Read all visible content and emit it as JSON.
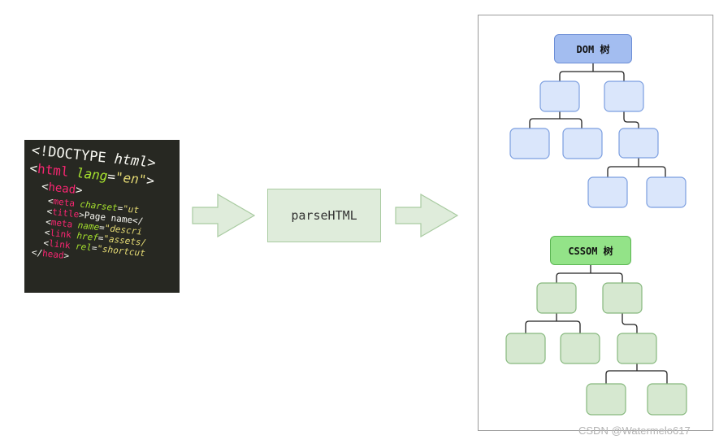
{
  "code_lines": [
    {
      "parts": [
        {
          "t": "<!DOCTYPE ",
          "c": "plain"
        },
        {
          "t": "html>",
          "c": "it"
        }
      ]
    },
    {
      "parts": [
        {
          "t": "<",
          "c": "plain"
        },
        {
          "t": "html",
          "c": "tag"
        },
        {
          "t": " lang",
          "c": "attr"
        },
        {
          "t": "=",
          "c": "plain"
        },
        {
          "t": "\"en\"",
          "c": "str"
        },
        {
          "t": ">",
          "c": "plain"
        }
      ]
    },
    {
      "parts": [
        {
          "t": "  <",
          "c": "plain"
        },
        {
          "t": "head",
          "c": "tag"
        },
        {
          "t": ">",
          "c": "plain"
        }
      ]
    },
    {
      "parts": [
        {
          "t": "    <",
          "c": "plain"
        },
        {
          "t": "meta",
          "c": "tag"
        },
        {
          "t": " charset",
          "c": "attr"
        },
        {
          "t": "=",
          "c": "plain"
        },
        {
          "t": "\"ut",
          "c": "str"
        }
      ]
    },
    {
      "parts": [
        {
          "t": "    <",
          "c": "plain"
        },
        {
          "t": "title",
          "c": "tag"
        },
        {
          "t": ">Page name</",
          "c": "plain"
        }
      ]
    },
    {
      "parts": [
        {
          "t": "    <",
          "c": "plain"
        },
        {
          "t": "meta",
          "c": "tag"
        },
        {
          "t": " name",
          "c": "attr"
        },
        {
          "t": "=",
          "c": "plain"
        },
        {
          "t": "\"descri",
          "c": "str"
        }
      ]
    },
    {
      "parts": [
        {
          "t": "    <",
          "c": "plain"
        },
        {
          "t": "link",
          "c": "tag"
        },
        {
          "t": " href",
          "c": "attr"
        },
        {
          "t": "=",
          "c": "plain"
        },
        {
          "t": "\"assets/",
          "c": "str"
        }
      ]
    },
    {
      "parts": [
        {
          "t": "    <",
          "c": "plain"
        },
        {
          "t": "link",
          "c": "tag"
        },
        {
          "t": " rel",
          "c": "attr"
        },
        {
          "t": "=",
          "c": "plain"
        },
        {
          "t": "\"shortcut",
          "c": "str"
        }
      ]
    },
    {
      "parts": [
        {
          "t": "  </",
          "c": "plain"
        },
        {
          "t": "head",
          "c": "tag"
        },
        {
          "t": ">",
          "c": "plain"
        }
      ]
    }
  ],
  "process_label": "parseHTML",
  "dom_tree": {
    "root_label": "DOM 树",
    "fill": "#dae6fb",
    "stroke": "#7b9ee0"
  },
  "cssom_tree": {
    "root_label": "CSSOM 树",
    "fill": "#d6e8d0",
    "stroke": "#86b87d"
  },
  "arrow_colors": {
    "fill": "#dfecdb",
    "stroke": "#a9cba1"
  },
  "watermark": "CSDN @Watermelo617"
}
